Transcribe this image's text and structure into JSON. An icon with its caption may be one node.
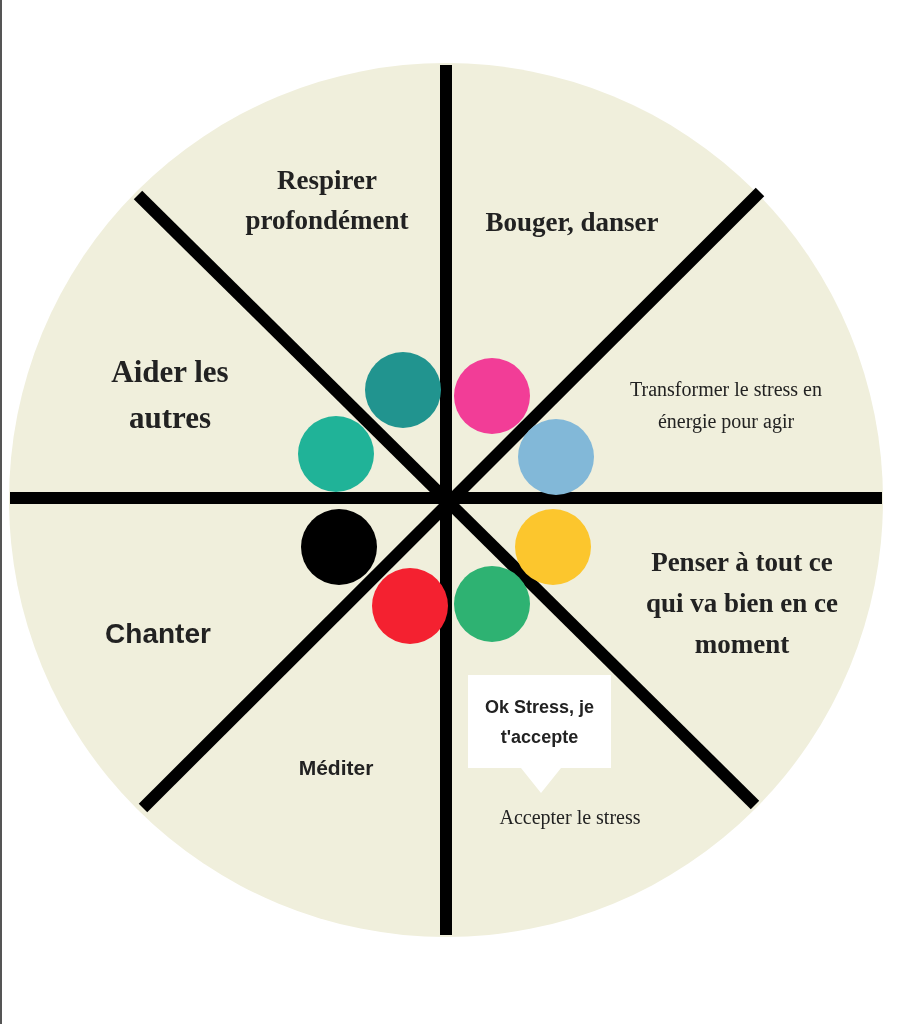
{
  "diagram": {
    "nodes": [
      {
        "text": [],
        "shape": "circle"
      },
      {
        "text": [],
        "shape": "circle",
        "in": 0
      },
      {
        "text": [],
        "shape": "circle",
        "in": 0
      },
      {
        "text": [],
        "shape": "circle",
        "in": 0
      },
      {
        "text": [],
        "shape": "circle",
        "in": 0
      },
      {
        "text": [],
        "shape": "circle",
        "in": 0
      },
      {
        "text": [],
        "shape": "circle",
        "in": 0
      },
      {
        "text": [],
        "shape": "circle",
        "in": 0
      },
      {
        "text": [],
        "shape": "circle",
        "in": 0
      },
      {
        "text": [
          "Ok Stress, je t'accepte"
        ],
        "in": 0
      }
    ],
    "labels": [
      "Respirer profondément",
      "Bouger, danser",
      "Aider les autres",
      "Transformer le stress en énergie pour agir",
      "Penser à tout ce qui va bien en ce moment",
      "Chanter",
      "Méditer",
      "Accepter le stress"
    ]
  }
}
